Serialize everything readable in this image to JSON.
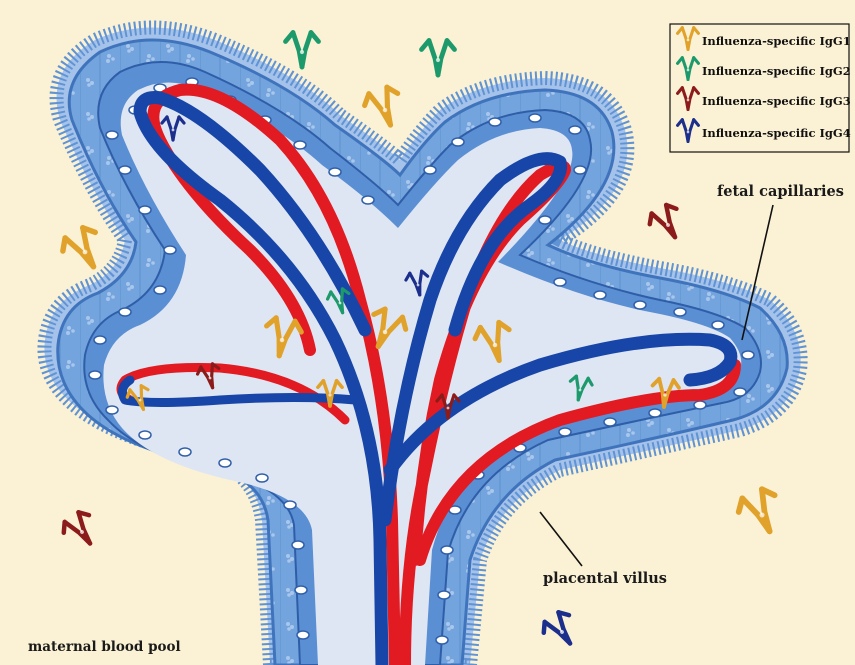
{
  "colors": {
    "background": "#fbf1d4",
    "villus_border": "#5f93d3",
    "villus_outline": "#3f74bd",
    "cell_fill": "#74a4dd",
    "stroma": "#dfe6f3",
    "nucleus": "#2f5ea8",
    "artery_red": "#e21b23",
    "vein_blue": "#1846a8",
    "igg1": "#e0a22a",
    "igg2": "#1d9a6c",
    "igg3": "#8c1c1c",
    "igg4": "#1c2f8c"
  },
  "legend": {
    "items": [
      {
        "label": "Influenza-specific IgG1",
        "color": "#e0a22a"
      },
      {
        "label": "Influenza-specific IgG2",
        "color": "#1d9a6c"
      },
      {
        "label": "Influenza-specific IgG3",
        "color": "#8c1c1c"
      },
      {
        "label": "Influenza-specific IgG4",
        "color": "#1c2f8c"
      }
    ]
  },
  "labels": {
    "fetal_capillaries": "fetal capillaries",
    "placental_villus": "placental villus",
    "maternal_blood_pool": "maternal blood pool"
  }
}
